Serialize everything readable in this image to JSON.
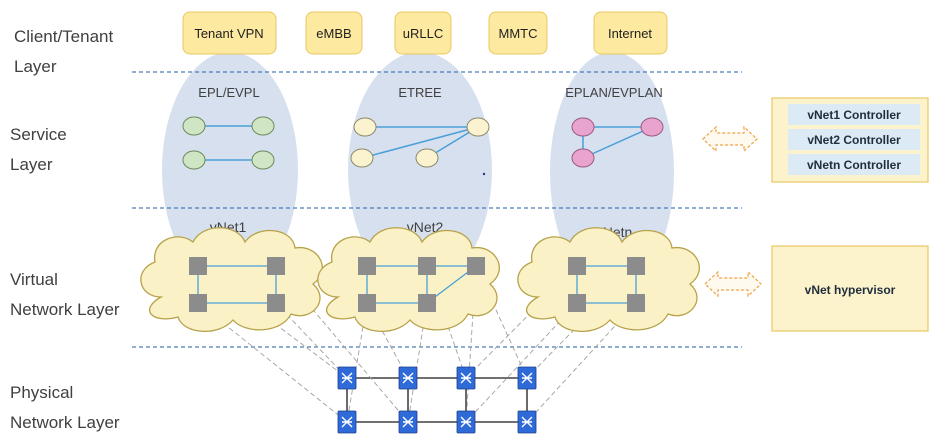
{
  "layers": {
    "client": [
      "Client/Tenant",
      "Layer"
    ],
    "service": [
      "Service",
      "Layer"
    ],
    "virtual": [
      "Virtual",
      "Network Layer"
    ],
    "physical": [
      "Physical",
      "Network Layer"
    ]
  },
  "client_services": [
    "Tenant VPN",
    "eMBB",
    "uRLLC",
    "MMTC",
    "Internet"
  ],
  "service_types": [
    "EPL/EVPL",
    "ETREE",
    "EPLAN/EVPLAN"
  ],
  "vnets": [
    "vNet1",
    "vNet2",
    "vNetn"
  ],
  "controllers": [
    "vNet1 Controller",
    "vNet2 Controller",
    "vNetn Controller"
  ],
  "hypervisor": "vNet hypervisor",
  "colors": {
    "pill_fill": "#fde9a0",
    "pill_stroke": "#e8c860",
    "ellipse_fill": "#cfdbeb",
    "divider": "#4a7ebb",
    "node_green": "#cfe5c4",
    "node_yellow": "#fbf3cf",
    "node_pink": "#e9a3cf",
    "link": "#4a9fd8",
    "cloud_fill": "#fbf1c6",
    "cloud_stroke": "#b7a24a",
    "vswitch": "#8c8c8c",
    "controller_box": "#fcf3cc",
    "controller_row": "#dceaf5",
    "phys_switch": "#2f6bd8"
  }
}
